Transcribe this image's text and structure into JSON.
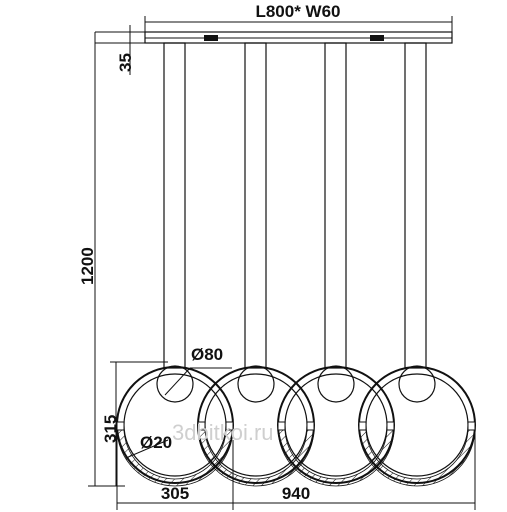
{
  "dimensions": {
    "top": "L800* W60",
    "canopy_height": "35",
    "total_height": "1200",
    "ring_height": "315",
    "ring_width": "305",
    "total_width": "940",
    "ball_diameter": "Ø80",
    "tube_diameter": "Ø20"
  },
  "watermark": "3dbitkoi.ru",
  "colors": {
    "line": "#111111",
    "watermark": "#cfcfcf",
    "background": "#ffffff"
  }
}
